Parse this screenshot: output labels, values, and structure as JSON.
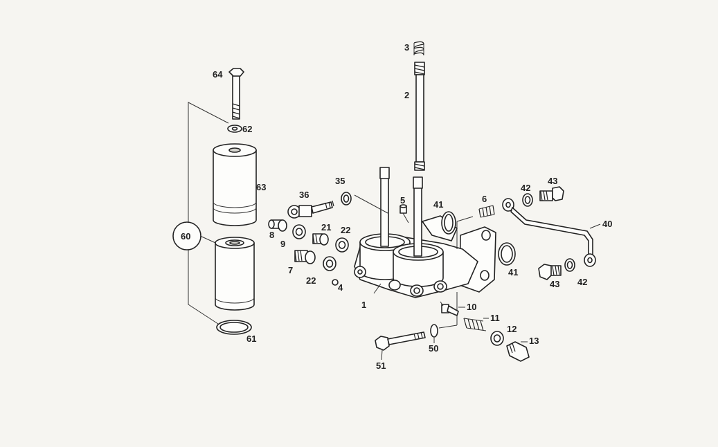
{
  "diagram": {
    "callouts": {
      "c1": "1",
      "c2": "2",
      "c3": "3",
      "c4": "4",
      "c5": "5",
      "c6": "6",
      "c7": "7",
      "c8": "8",
      "c9": "9",
      "c10": "10",
      "c11": "11",
      "c12": "12",
      "c13": "13",
      "c21": "21",
      "c22a": "22",
      "c22b": "22",
      "c35": "35",
      "c36": "36",
      "c40": "40",
      "c41a": "41",
      "c41b": "41",
      "c42a": "42",
      "c42b": "42",
      "c43a": "43",
      "c43b": "43",
      "c50": "50",
      "c51": "51",
      "c60": "60",
      "c61": "61",
      "c62": "62",
      "c63": "63",
      "c64": "64"
    }
  }
}
